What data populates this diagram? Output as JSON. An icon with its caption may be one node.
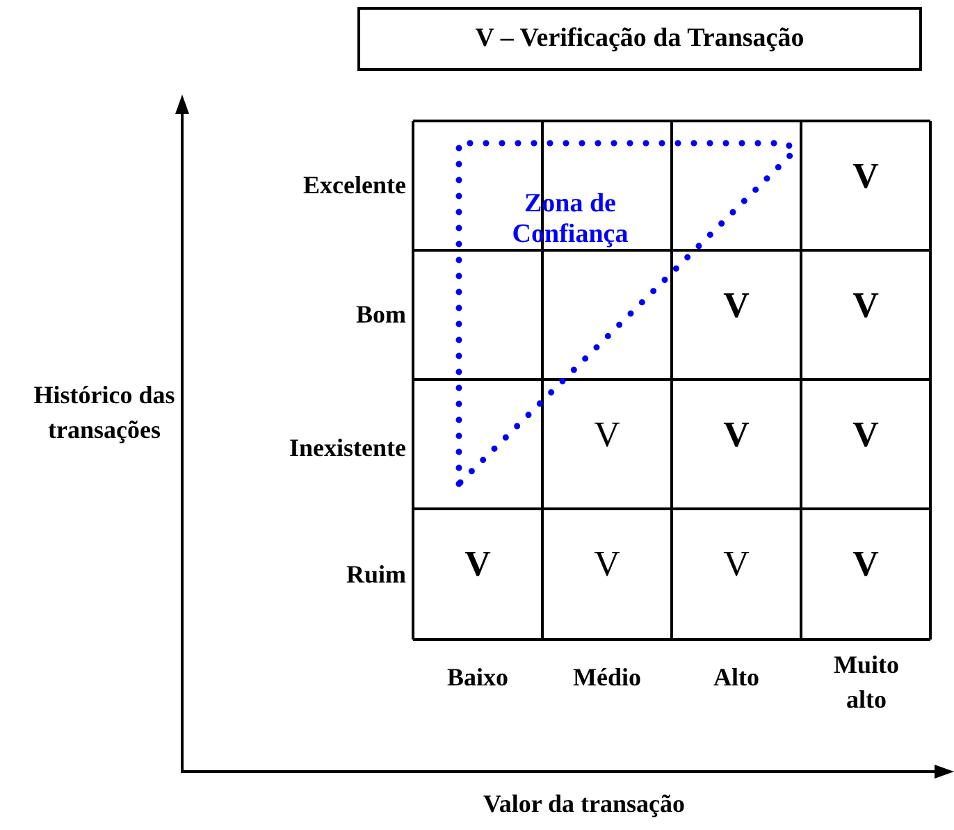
{
  "diagram": {
    "nodes": [
      {
        "text": [
          "V – Verificação da Transação"
        ]
      }
    ],
    "labels": [
      "Excelente",
      "**V**",
      "Zona de Confiança",
      "Bom",
      "**V**",
      "**V**",
      "Histórico das transações",
      "Inexistente",
      "V",
      "**V**",
      "**V**",
      "Ruim",
      "**V**",
      "V",
      "V",
      "**V**",
      "Baixo",
      "Médio",
      "Alto",
      "Muito alto",
      "Valor da transação"
    ]
  }
}
